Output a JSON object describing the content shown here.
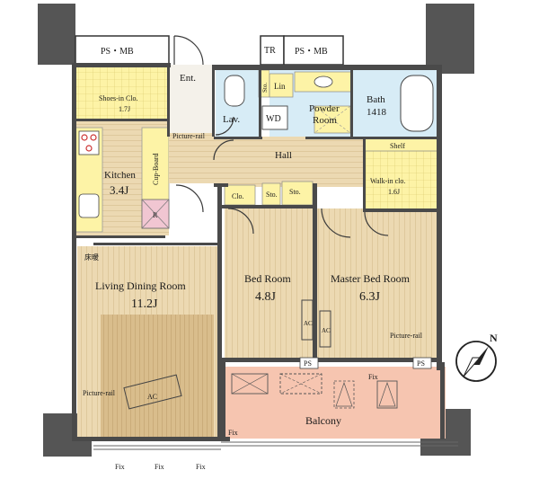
{
  "rooms": {
    "ps_mb_left": "PS・MB",
    "ps_mb_right": "PS・MB",
    "tr": "TR",
    "ent": "Ent.",
    "shoes_in": "Shoes-in Clo.",
    "shoes_in_size": "1.7J",
    "kitchen": "Kitchen",
    "kitchen_size": "3.4J",
    "cup_board": "Cup-Board",
    "r": "R",
    "lav": "Lav.",
    "sto_vertical": "Sto.",
    "lin": "Lin",
    "wd": "WD",
    "powder_room_1": "Powder",
    "powder_room_2": "Room",
    "bath": "Bath",
    "bath_size": "1418",
    "hall": "Hall",
    "clo": "Clo.",
    "sto_a": "Sto.",
    "sto_b": "Sto.",
    "shelf": "Shelf",
    "walk_in": "Walk-in clo.",
    "walk_in_size": "1.6J",
    "floor_heating": "床暖",
    "living": "Living Dining Room",
    "living_size": "11.2J",
    "bed_room": "Bed Room",
    "bed_room_size": "4.8J",
    "master_bed": "Master Bed Room",
    "master_bed_size": "6.3J",
    "balcony": "Balcony"
  },
  "annotations": {
    "picture_rail_kitchen": "Picture-rail",
    "picture_rail_living": "Picture-rail",
    "picture_rail_master": "Picture-rail",
    "ac_living": "AC",
    "ac_bed": "AC",
    "ac_master": "AC",
    "ps_bed": "PS",
    "ps_master": "PS",
    "fix_left": "Fix",
    "fix_right": "Fix",
    "fix_b1": "Fix",
    "fix_b2": "Fix",
    "fix_b3": "Fix"
  },
  "compass": {
    "label": "N"
  },
  "colors": {
    "wet_area": "#d7ecf6",
    "living_floor": "#ecd9b2",
    "bedroom_floor": "#ead9b6",
    "closet": "#fdf3a6",
    "balcony": "#f6c5b0",
    "wall": "#4a4a4a"
  }
}
